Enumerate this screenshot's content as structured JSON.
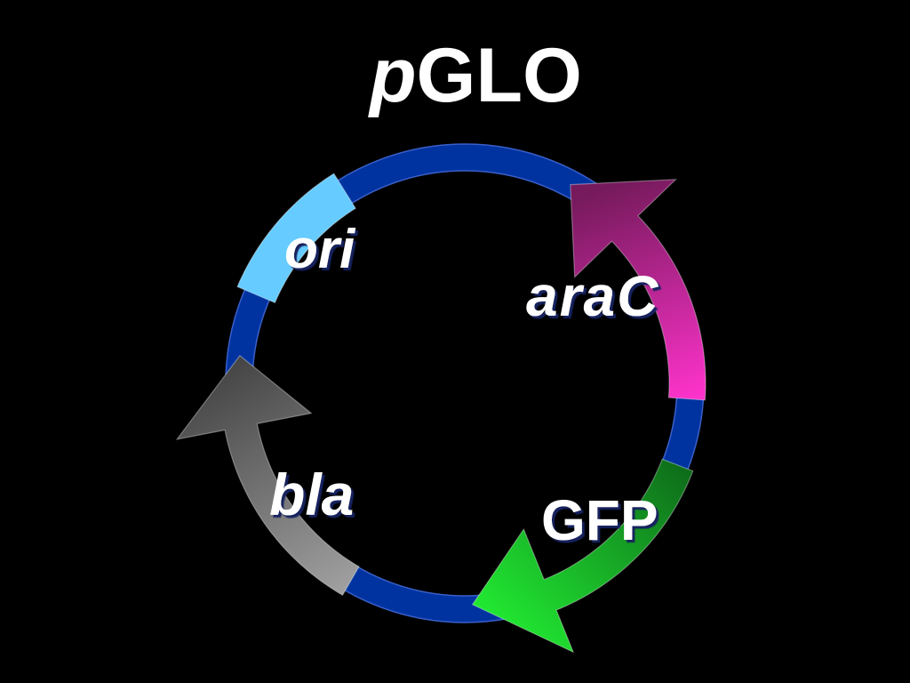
{
  "title": {
    "prefix": "p",
    "main": "GLO"
  },
  "labels": {
    "ori": "ori",
    "araC": "araC",
    "GFP": "GFP",
    "bla": "bla"
  },
  "colors": {
    "background": "#000000",
    "backbone": "#0033a0",
    "backbone_edge": "#3a5fc8",
    "ori": "#66ccff",
    "araC": [
      "#761a5c",
      "#ff33cc"
    ],
    "GFP": [
      "#0e6b1a",
      "#22f033"
    ],
    "bla": [
      "#454545",
      "#a2a2a2"
    ],
    "text": "#ffffff",
    "text_shadow": "#14245e"
  }
}
